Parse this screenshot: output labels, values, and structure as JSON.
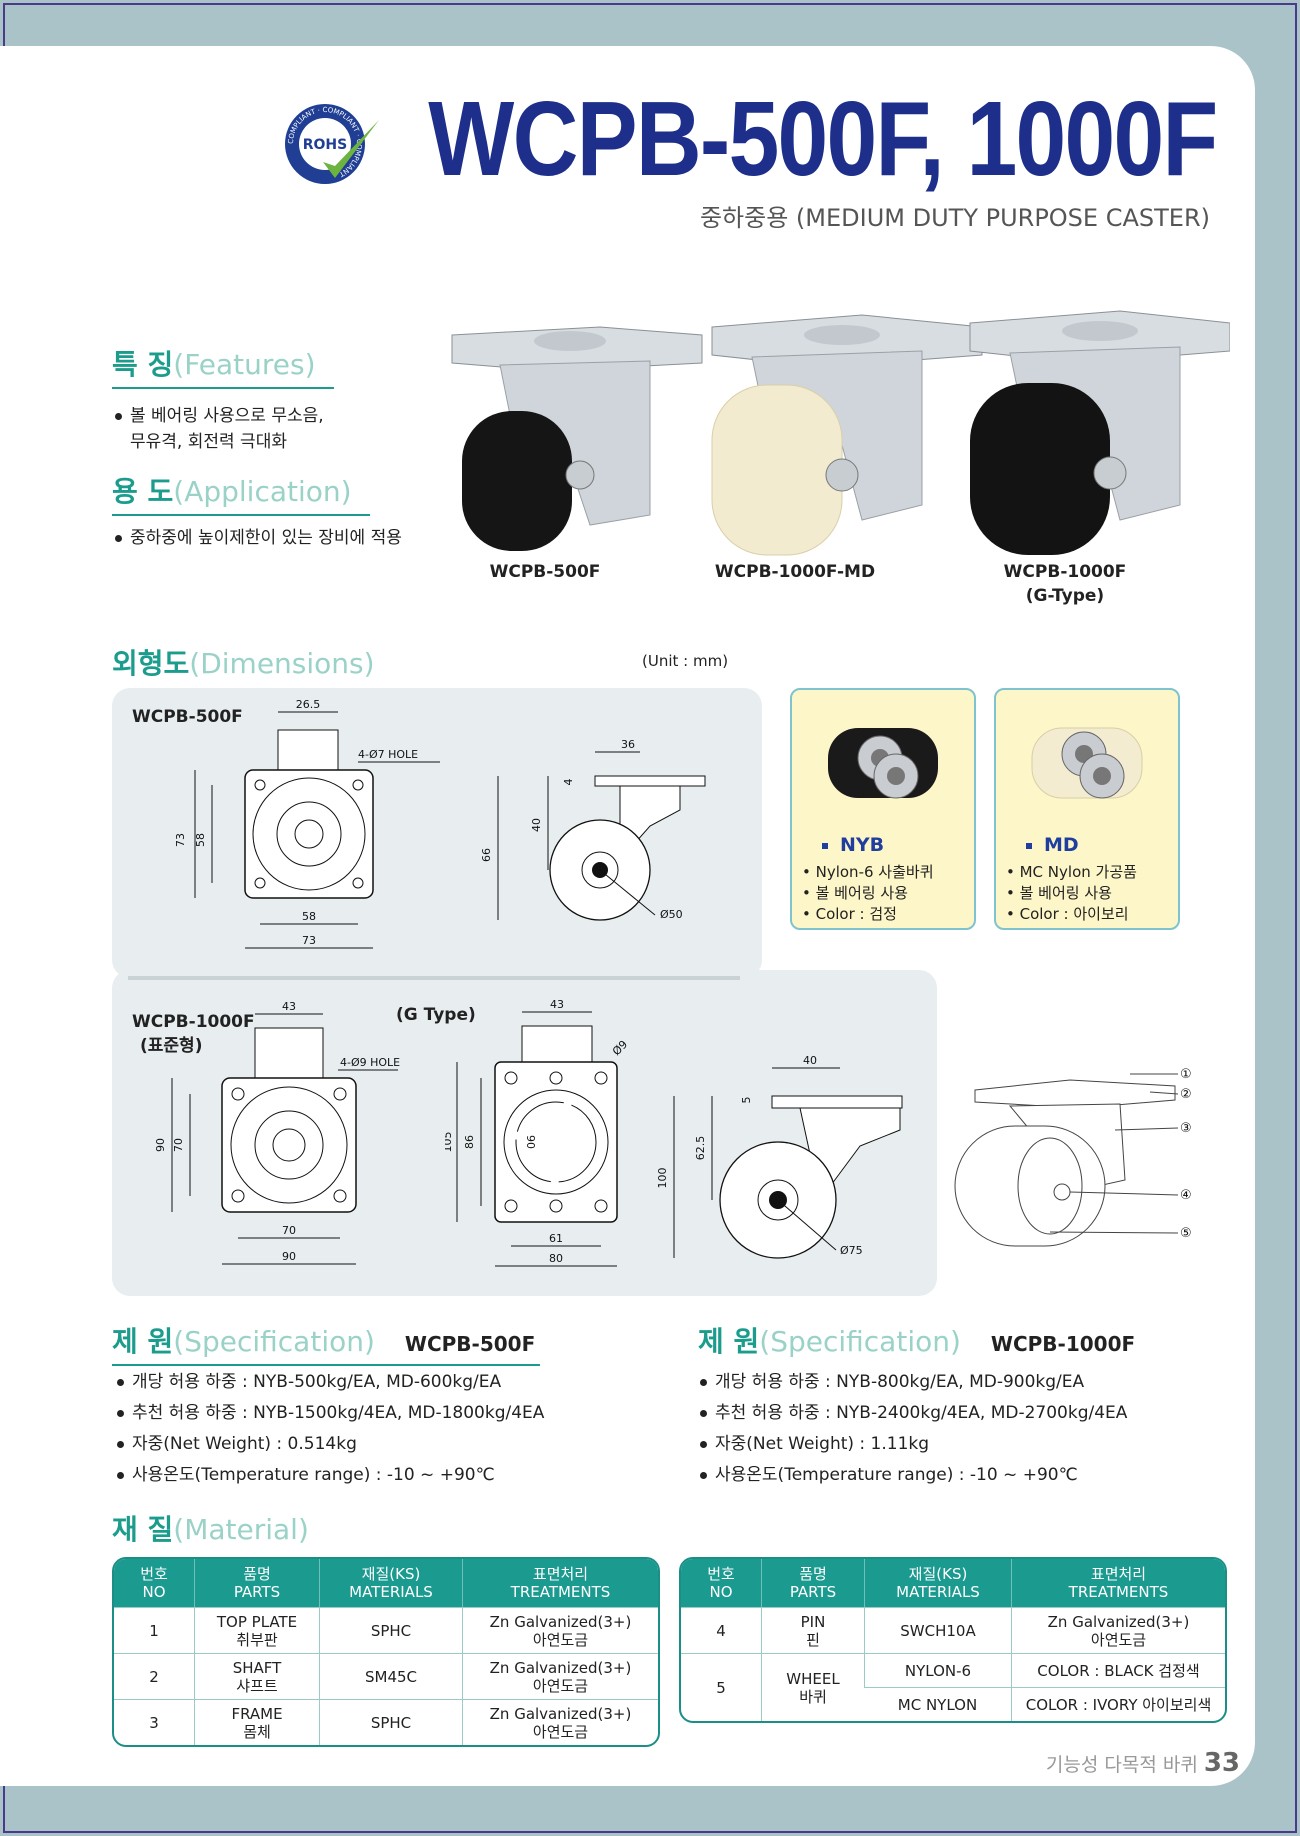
{
  "header": {
    "rohs_logo_text": "ROHS",
    "rohs_ring_text": "COMPLIANT · COMPLIANT · COMPLIANT",
    "title": "WCPB-500F, 1000F",
    "subtitle": "중하중용 (MEDIUM DUTY PURPOSE CASTER)"
  },
  "features": {
    "heading_ko": "특 징",
    "heading_en": "(Features)",
    "lines": [
      "볼 베어링 사용으로 무소음,",
      "무유격, 회전력 극대화"
    ]
  },
  "application": {
    "heading_ko": "용 도",
    "heading_en": "(Application)",
    "lines": [
      "중하중에 높이제한이 있는 장비에 적용"
    ]
  },
  "products": [
    {
      "caption": "WCPB-500F",
      "caption2": ""
    },
    {
      "caption": "WCPB-1000F-MD",
      "caption2": ""
    },
    {
      "caption": "WCPB-1000F",
      "caption2": "(G-Type)"
    }
  ],
  "dimensions": {
    "heading_ko": "외형도",
    "heading_en": "(Dimensions)",
    "unit": "(Unit : mm)",
    "model_500": "WCPB-500F",
    "model_1000": "WCPB-1000F",
    "model_1000_sub": "(표준형)",
    "gtype": "(G Type)",
    "d500": {
      "top": "26.5",
      "hole": "4-Ø7 HOLE",
      "h_outer": "73",
      "h_inner": "58",
      "w_inner": "58",
      "w_outer": "73",
      "side_w": "36",
      "side_t": "4",
      "side_h": "40",
      "total_h": "66",
      "wheel": "Ø50"
    },
    "d1000": {
      "top": "43",
      "hole": "4-Ø9 HOLE",
      "h_outer": "90",
      "h_inner": "70",
      "w_inner": "70",
      "w_outer": "90",
      "g_top": "43",
      "g_hole": "Ø9",
      "g_h_outer": "105",
      "g_h_inner": "86",
      "g_ring": "90",
      "g_w_inner": "61",
      "g_w_outer": "80",
      "side_w": "40",
      "side_t": "5",
      "side_h": "62.5",
      "total_h": "100",
      "wheel": "Ø75"
    },
    "parts_callouts": [
      "①",
      "②",
      "③",
      "④",
      "⑤"
    ]
  },
  "wheels": [
    {
      "name": "NYB",
      "lines": [
        "• Nylon-6 사출바퀴",
        "• 볼 베어링 사용",
        "• Color : 검정"
      ],
      "color": "#111111"
    },
    {
      "name": "MD",
      "lines": [
        "• MC Nylon 가공품",
        "• 볼 베어링 사용",
        "• Color : 아이보리"
      ],
      "color": "#f3ecd0"
    }
  ],
  "spec_500": {
    "heading_ko": "제 원",
    "heading_en": "(Specification)",
    "model": "WCPB-500F",
    "lines": [
      "개당 허용 하중 : NYB-500kg/EA, MD-600kg/EA",
      "추천 허용 하중 : NYB-1500kg/4EA, MD-1800kg/4EA",
      "자중(Net Weight) : 0.514kg",
      "사용온도(Temperature range) : -10 ~ +90℃"
    ]
  },
  "spec_1000": {
    "heading_ko": "제 원",
    "heading_en": "(Specification)",
    "model": "WCPB-1000F",
    "lines": [
      "개당 허용 하중 : NYB-800kg/EA, MD-900kg/EA",
      "추천 허용 하중 : NYB-2400kg/4EA, MD-2700kg/4EA",
      "자중(Net Weight) : 1.11kg",
      "사용온도(Temperature range) : -10 ~ +90℃"
    ]
  },
  "material": {
    "heading_ko": "재 질",
    "heading_en": "(Material)",
    "headers": [
      [
        "번호",
        "NO"
      ],
      [
        "품명",
        "PARTS"
      ],
      [
        "재질(KS)",
        "MATERIALS"
      ],
      [
        "표면처리",
        "TREATMENTS"
      ]
    ],
    "rows": [
      {
        "no": "1",
        "part": "TOP PLATE",
        "part_ko": "취부판",
        "material": "SPHC",
        "treat": "Zn Galvanized(3+)",
        "treat_ko": "아연도금"
      },
      {
        "no": "2",
        "part": "SHAFT",
        "part_ko": "샤프트",
        "material": "SM45C",
        "treat": "Zn Galvanized(3+)",
        "treat_ko": "아연도금"
      },
      {
        "no": "3",
        "part": "FRAME",
        "part_ko": "몸체",
        "material": "SPHC",
        "treat": "Zn Galvanized(3+)",
        "treat_ko": "아연도금"
      },
      {
        "no": "4",
        "part": "PIN",
        "part_ko": "핀",
        "material": "SWCH10A",
        "treat": "Zn Galvanized(3+)",
        "treat_ko": "아연도금"
      },
      {
        "no": "5",
        "part": "WHEEL",
        "part_ko": "바퀴",
        "material": "NYLON-6",
        "treat": "COLOR : BLACK 검정색",
        "material2": "MC NYLON",
        "treat2": "COLOR : IVORY 아이보리색"
      }
    ]
  },
  "footer": {
    "text": "기능성 다목적 바퀴",
    "page": "33"
  }
}
